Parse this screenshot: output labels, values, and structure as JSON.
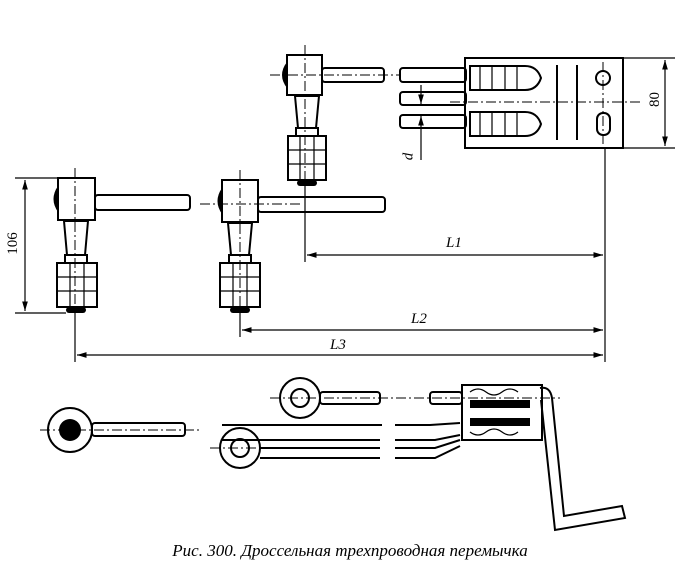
{
  "figure": {
    "caption": "Рис. 300. Дроссельная трехпроводная перемычка",
    "dimensions": {
      "height_connector": "80",
      "height_terminal": "106",
      "wire_diameter": "d",
      "length_1": "L1",
      "length_2": "L2",
      "length_3": "L3"
    }
  }
}
